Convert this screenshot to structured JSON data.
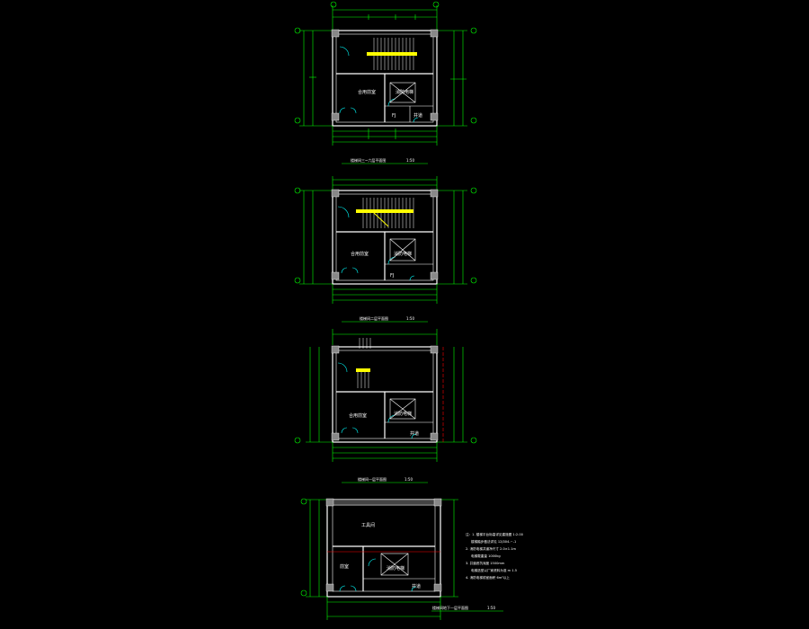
{
  "drawing": {
    "background": "#000000",
    "colors": {
      "dimension_lines": "#00ff00",
      "walls": "#ffffff",
      "door_swings": "#00ffff",
      "stair_treads": "#ffff00",
      "elevator_shaft": "#ff00ff",
      "axis_line": "#ff0000"
    },
    "plans": [
      {
        "title": "楼梯间三~六层平面图",
        "scale": "1:50",
        "rooms": [
          "合用前室",
          "消防电梯",
          "井道",
          "FJ"
        ]
      },
      {
        "title": "楼梯间二层平面图",
        "scale": "1:50",
        "rooms": [
          "合用前室",
          "消防电梯",
          "FJ"
        ]
      },
      {
        "title": "楼梯间一层平面图",
        "scale": "1:50",
        "rooms": [
          "合用前室",
          "消防电梯",
          "井道"
        ]
      },
      {
        "title": "楼梯间地下一层平面图",
        "scale": "1:50",
        "rooms": [
          "工具间",
          "前室",
          "消防电梯",
          "井道"
        ]
      }
    ],
    "notes": [
      "注：1. 楼梯平台标高详见建施图 1:2.00",
      "楼梯踏步做法详见 12J304-~-1",
      "2. 消防电梯井道净尺寸 2.0×1.1m",
      "电梯载重量 1000kg",
      "3. 井道底坑深度 1500mm",
      "电梯选型以厂家资料为准 m 1.5",
      "4. 消防电梯前室面积 6m²以上"
    ]
  }
}
